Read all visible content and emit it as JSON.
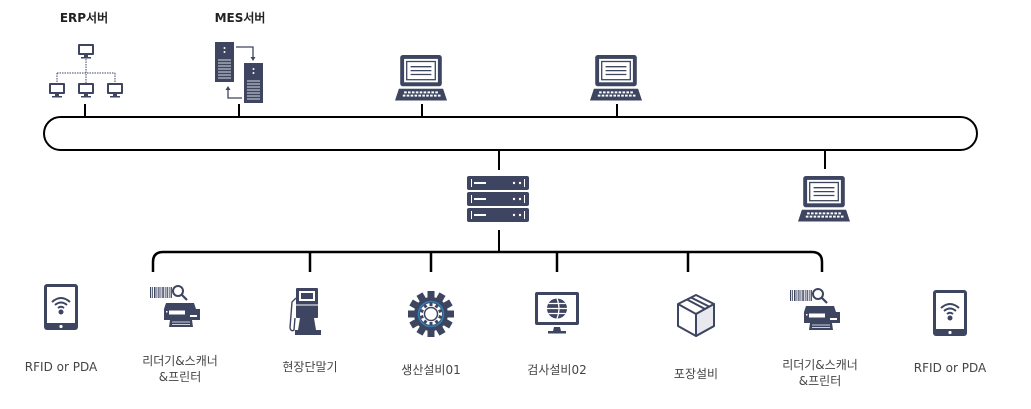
{
  "diagram": {
    "title": "",
    "colors": {
      "icon": "#3d4560",
      "icon_accent": "#2f7fb5",
      "line": "#000000",
      "text": "#444444"
    },
    "top_nodes": [
      {
        "id": "erp",
        "label": "ERP서버",
        "icon": "network-hierarchy-icon"
      },
      {
        "id": "mes",
        "label": "MES서버",
        "icon": "server-sync-icon"
      },
      {
        "id": "laptop1",
        "label": "",
        "icon": "laptop-icon"
      },
      {
        "id": "laptop2",
        "label": "",
        "icon": "laptop-icon"
      }
    ],
    "middle_nodes": [
      {
        "id": "central-server",
        "label": "",
        "icon": "server-rack-icon"
      },
      {
        "id": "laptop3",
        "label": "",
        "icon": "laptop-icon"
      }
    ],
    "bottom_nodes": [
      {
        "id": "rfid-left",
        "label": "RFID or PDA",
        "icon": "tablet-wifi-icon",
        "connected": false
      },
      {
        "id": "reader-left",
        "label_line1": "리더기&스캐너",
        "label_line2": "&프린터",
        "icon": "barcode-printer-icon",
        "connected": true
      },
      {
        "id": "terminal",
        "label": "현장단말기",
        "icon": "fuel-terminal-icon",
        "connected": true
      },
      {
        "id": "production",
        "label": "생산설비01",
        "icon": "gear-icon",
        "connected": true
      },
      {
        "id": "inspection",
        "label": "검사설비02",
        "icon": "globe-monitor-icon",
        "connected": true
      },
      {
        "id": "packaging",
        "label": "포장설비",
        "icon": "box-icon",
        "connected": true
      },
      {
        "id": "reader-right",
        "label_line1": "리더기&스캐너",
        "label_line2": "&프린터",
        "icon": "barcode-printer-icon",
        "connected": true
      },
      {
        "id": "rfid-right",
        "label": "RFID or PDA",
        "icon": "tablet-wifi-icon",
        "connected": false
      }
    ],
    "connections": [
      {
        "from": "erp",
        "to": "main-bus"
      },
      {
        "from": "mes",
        "to": "main-bus"
      },
      {
        "from": "laptop1",
        "to": "main-bus"
      },
      {
        "from": "laptop2",
        "to": "main-bus"
      },
      {
        "from": "main-bus",
        "to": "central-server"
      },
      {
        "from": "main-bus",
        "to": "laptop3"
      },
      {
        "from": "central-server",
        "to": "field-bus"
      },
      {
        "from": "field-bus",
        "to": "reader-left"
      },
      {
        "from": "field-bus",
        "to": "terminal"
      },
      {
        "from": "field-bus",
        "to": "production"
      },
      {
        "from": "field-bus",
        "to": "inspection"
      },
      {
        "from": "field-bus",
        "to": "packaging"
      },
      {
        "from": "field-bus",
        "to": "reader-right"
      }
    ]
  }
}
